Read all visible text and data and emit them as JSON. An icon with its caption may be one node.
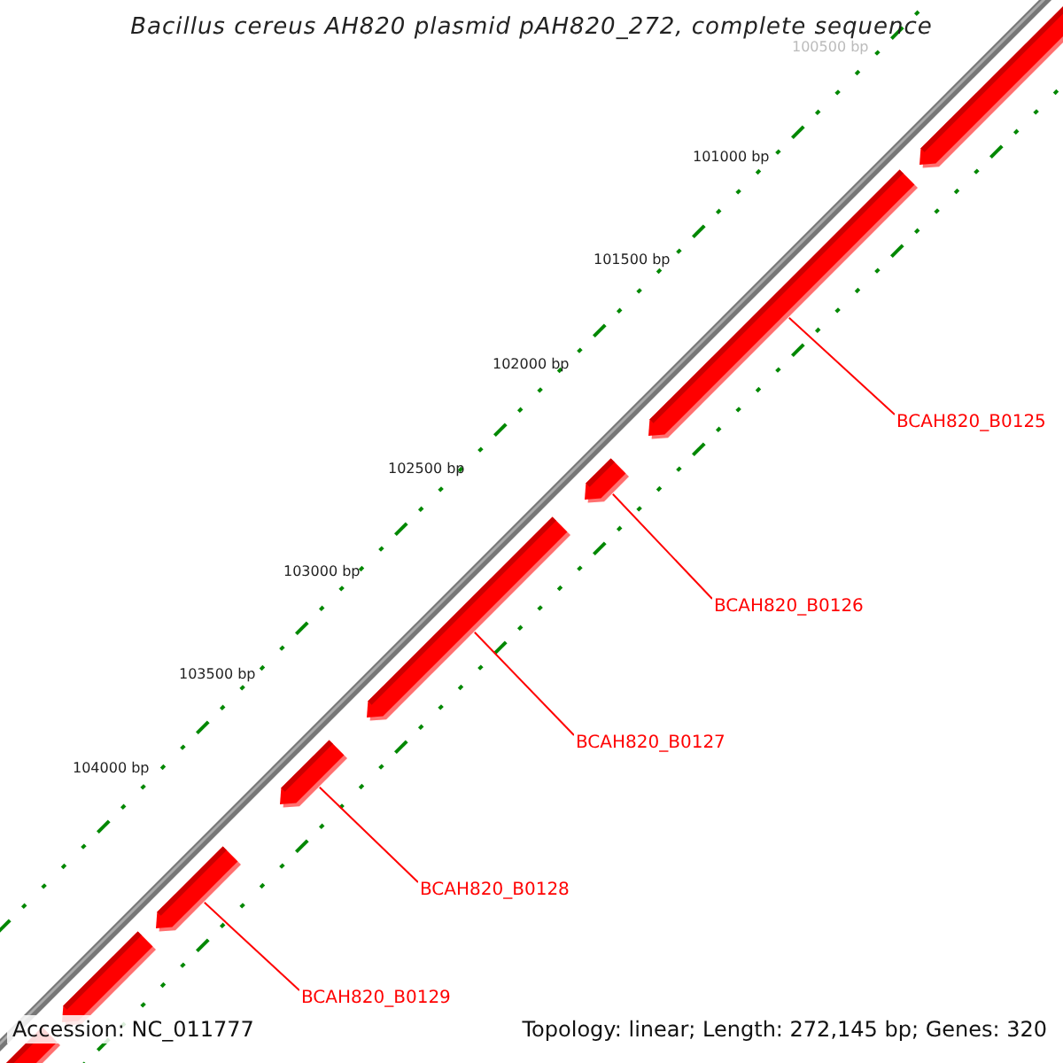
{
  "diagram": {
    "title": "Bacillus cereus AH820 plasmid pAH820_272, complete sequence",
    "nodes": [
      {
        "text": [],
        "shape": "arrow"
      },
      {
        "text": [],
        "shape": "arrow"
      },
      {
        "text": [],
        "shape": "arrow"
      },
      {
        "text": [],
        "shape": "arrow"
      },
      {
        "text": [],
        "shape": "arrow"
      },
      {
        "text": [],
        "shape": "arrow"
      },
      {
        "text": [],
        "shape": "arrow"
      },
      {
        "text": [],
        "shape": "arrow"
      },
      {
        "text": [
          "BCAH820_B0125"
        ]
      },
      {
        "text": [
          "BCAH820_B0126"
        ]
      },
      {
        "text": [
          "BCAH820_B0127"
        ]
      },
      {
        "text": [
          "BCAH820_B0128"
        ]
      },
      {
        "text": [
          "BCAH820_B0129"
        ]
      }
    ],
    "edges": [
      {
        "from": 8,
        "to": 1,
        "arrow": "none"
      },
      {
        "from": 9,
        "to": 2,
        "arrow": "none"
      },
      {
        "from": 10,
        "to": 3,
        "arrow": "none"
      },
      {
        "from": 11,
        "to": 4,
        "arrow": "none"
      },
      {
        "from": 12,
        "to": 5,
        "arrow": "none"
      }
    ],
    "labels": [
      "100500 bp",
      "101000 bp",
      "101500 bp",
      "102000 bp",
      "102500 bp",
      "103000 bp",
      "103500 bp",
      "104000 bp",
      "Accession: NC_011777",
      "Topology: linear; Length: 272,145 bp; Genes: 320"
    ]
  }
}
